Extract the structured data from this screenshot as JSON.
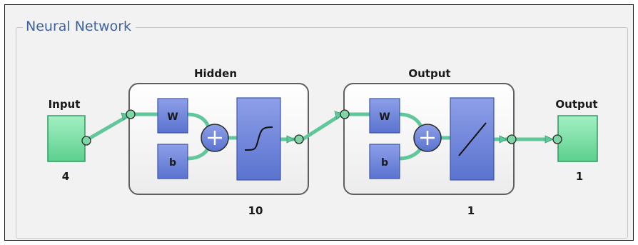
{
  "panel": {
    "title": "Neural Network"
  },
  "input": {
    "label": "Input",
    "size": "4"
  },
  "hidden": {
    "title": "Hidden",
    "weight_label": "W",
    "bias_label": "b",
    "neurons": "10",
    "transfer": "sigmoid"
  },
  "output_layer": {
    "title": "Output",
    "weight_label": "W",
    "bias_label": "b",
    "neurons": "1",
    "transfer": "linear"
  },
  "output": {
    "label": "Output",
    "size": "1"
  },
  "colors": {
    "io_block": "#7ee0a8",
    "layer_block": "#6f86d9",
    "connector": "#5fc79a",
    "layer_border": "#606060"
  }
}
